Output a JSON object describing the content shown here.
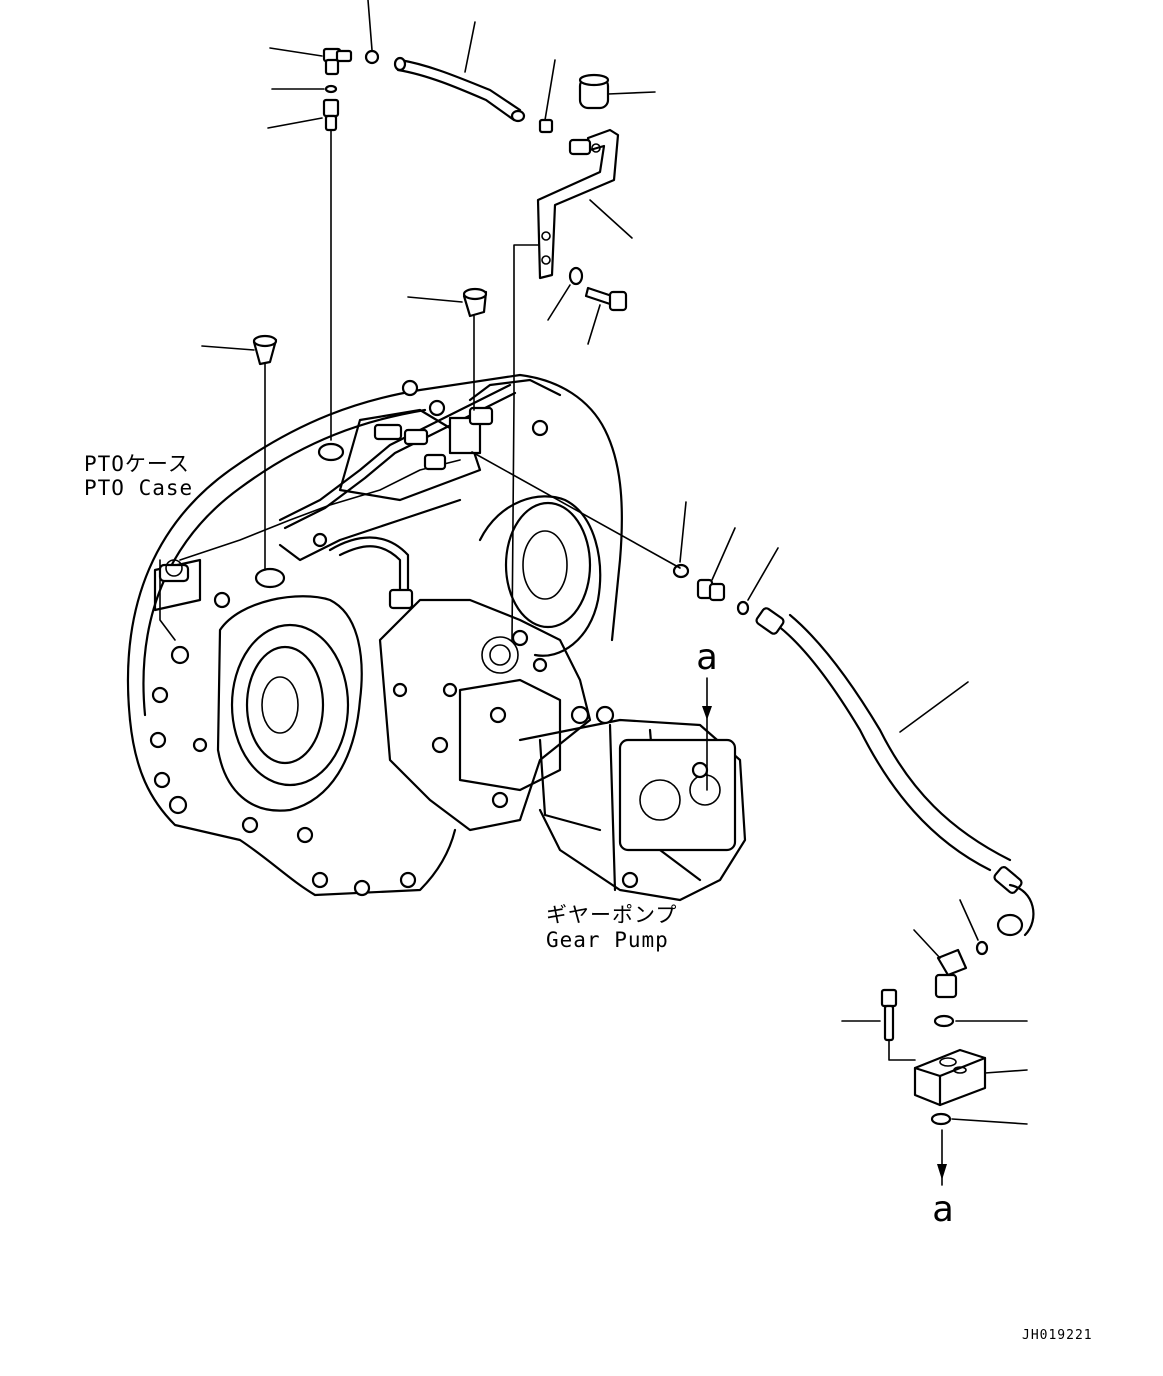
{
  "labels": {
    "pto_case_jp": "PTOケース",
    "pto_case_en": "PTO Case",
    "gear_pump_jp": "ギヤーポンプ",
    "gear_pump_en": "Gear Pump",
    "ref_mark_top": "a",
    "ref_mark_bottom": "a",
    "drawing_code": "JH019221"
  }
}
